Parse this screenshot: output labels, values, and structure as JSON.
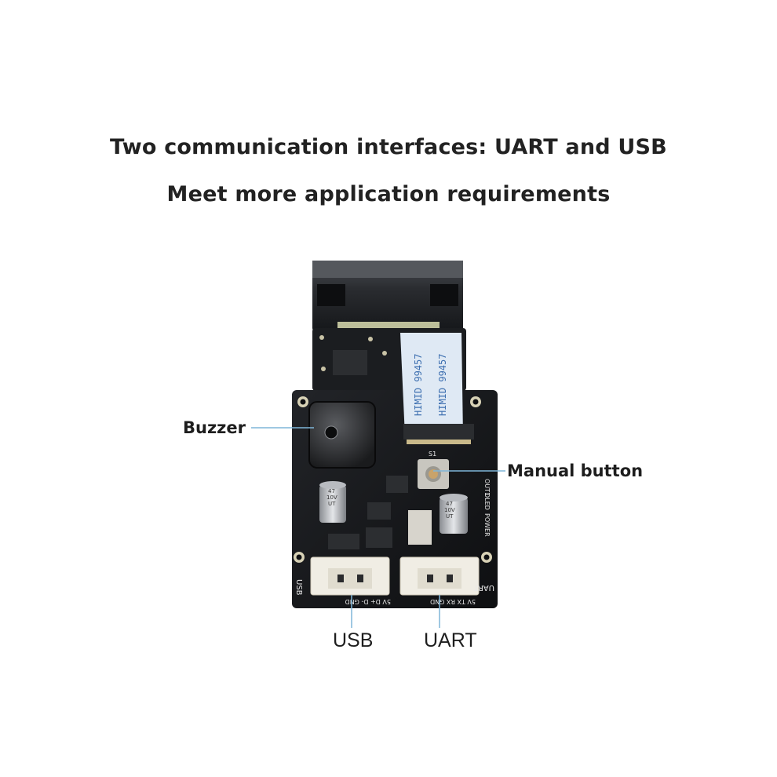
{
  "headline": {
    "line1": "Two communication interfaces: UART and USB",
    "line2": "Meet more application requirements"
  },
  "callouts": {
    "buzzer": "Buzzer",
    "manual_button": "Manual button",
    "usb": "USB",
    "uart": "UART"
  },
  "board_print": {
    "cable_text": "HIMID 99457",
    "cap_text_1": "47",
    "cap_text_2": "10V",
    "cap_text_3": "UT",
    "silk_usb": "USB",
    "silk_uart": "UART",
    "silk_usb_pins": "5V D+ D- GND",
    "silk_uart_pins": "5V TX RX GND",
    "silk_s1": "S1",
    "silk_power": "POWER",
    "silk_dled": "DLED",
    "silk_out1": "OUT1"
  },
  "colors": {
    "leader_line": "#7fb6d9",
    "pcb": "#17191c",
    "connector": "#f0ede4",
    "cable": "#dfe9f4"
  }
}
